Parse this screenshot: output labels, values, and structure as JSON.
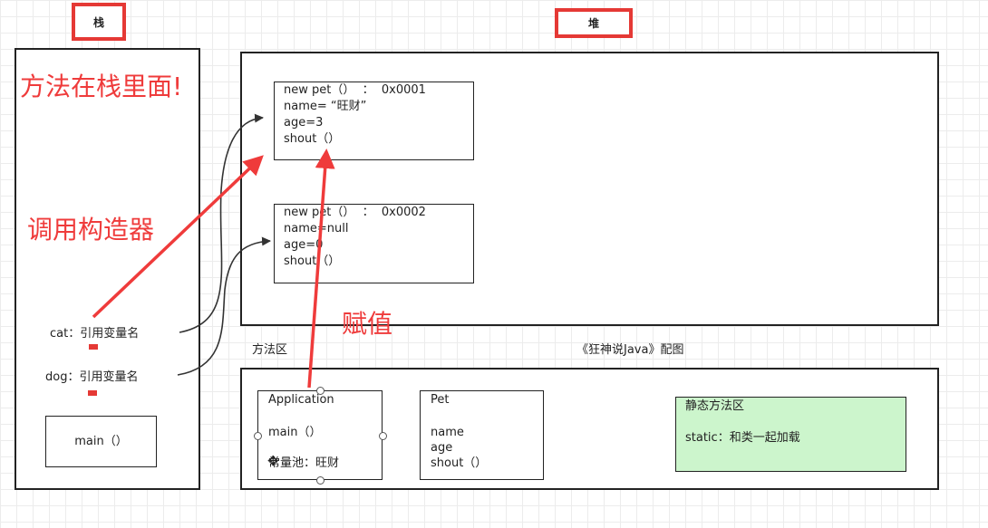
{
  "labels": {
    "stack_tag": "栈",
    "heap_tag": "堆",
    "method_area_label": "方法区",
    "caption": "《狂神说Java》配图"
  },
  "annotations": {
    "methods_in_stack": "方法在栈里面!",
    "call_constructor": "调用构造器",
    "assign": "赋值"
  },
  "stack": {
    "cat": "cat：引用变量名",
    "dog": "dog：引用变量名",
    "main": "main（）"
  },
  "heap": {
    "obj1": {
      "line1": "new pet（）  ：  0x0001",
      "line2": "name= “旺财”",
      "line3": "age=3",
      "line4": "shout（）"
    },
    "obj2": {
      "line1": "new pet（）  ：  0x0002",
      "line2": "name=null",
      "line3": "age=0",
      "line4": "shout（）"
    }
  },
  "method_area": {
    "application": {
      "title": "Application",
      "main": "main（）",
      "pool": "常量池：旺财"
    },
    "pet": {
      "title": "Pet",
      "name": "name",
      "age": "age",
      "shout": "shout（）"
    },
    "static_area": {
      "title": "静态方法区",
      "desc": "static：和类一起加载"
    }
  },
  "colors": {
    "accent_red": "#ef3b3b",
    "static_green": "#ccf5cc"
  }
}
